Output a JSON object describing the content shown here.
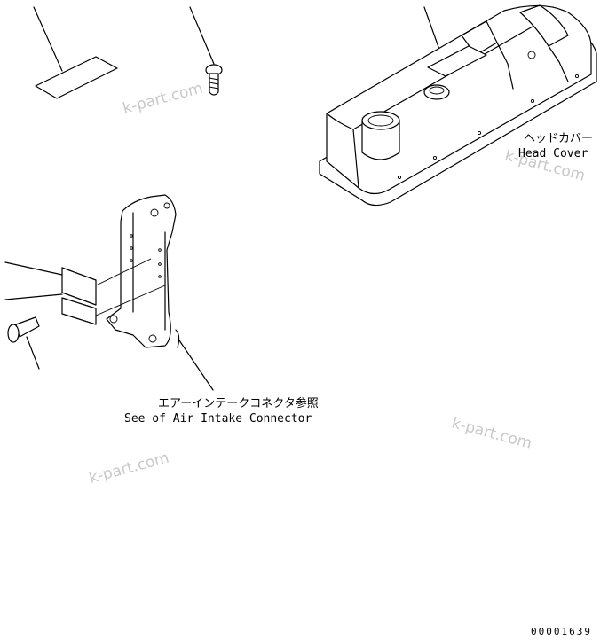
{
  "labels": {
    "head_cover_jp": "ヘッドカバー",
    "head_cover_en": "Head Cover",
    "connector_jp": "エアーインテークコネクタ参照",
    "connector_en": "See of Air Intake Connector"
  },
  "watermarks": [
    "k-part.com",
    "k-part.com",
    "k-part.com",
    "k-part.com"
  ],
  "drawing_number": "00001639"
}
